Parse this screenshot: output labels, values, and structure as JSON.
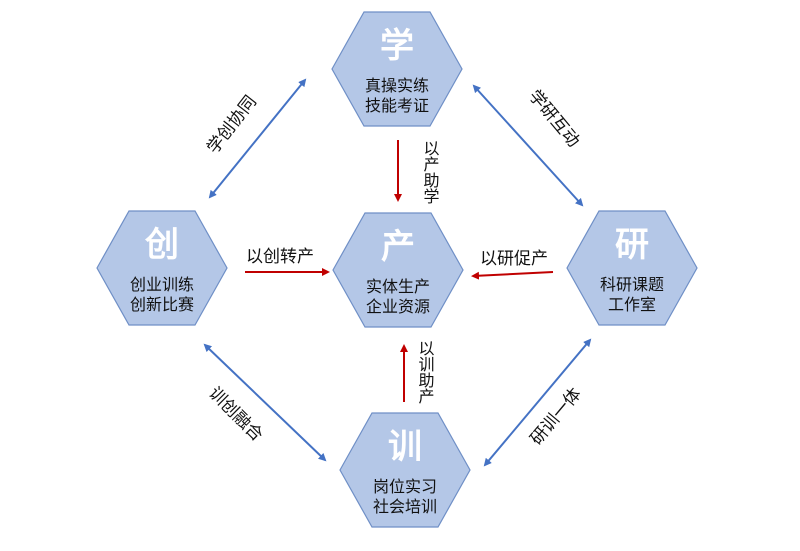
{
  "nodes": {
    "xue": {
      "title": "学",
      "line1": "真操实练",
      "line2": "技能考证"
    },
    "chan": {
      "title": "产",
      "line1": "实体生产",
      "line2": "企业资源"
    },
    "chuang": {
      "title": "创",
      "line1": "创业训练",
      "line2": "创新比赛"
    },
    "yan": {
      "title": "研",
      "line1": "科研课题",
      "line2": "工作室"
    },
    "xun": {
      "title": "训",
      "line1": "岗位实习",
      "line2": "社会培训"
    }
  },
  "links": {
    "xue_chuang": "学创协同",
    "xue_yan": "学研互动",
    "xun_chuang": "训创融合",
    "yan_xun": "研训一体",
    "chan_xue": "以产助学",
    "chuang_chan": "以创转产",
    "yan_chan": "以研促产",
    "xun_chan": "以训助产"
  },
  "colors": {
    "hex_fill": "#B4C7E7",
    "blue_arrow": "#4472C4",
    "red_arrow": "#C00000"
  }
}
